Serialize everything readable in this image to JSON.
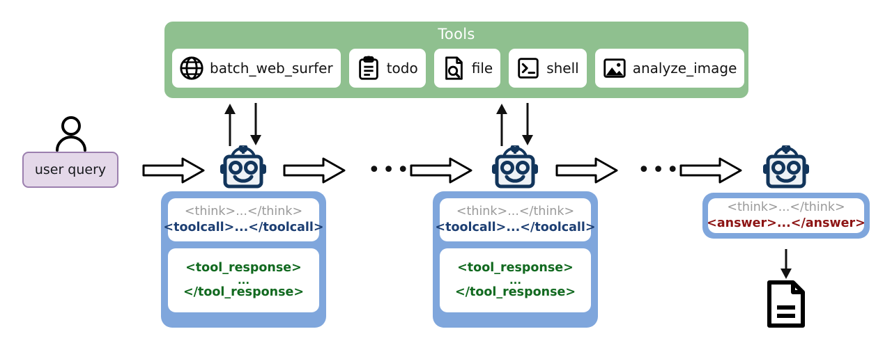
{
  "tools": {
    "title": "Tools",
    "panel_color": "#8fc08f",
    "items": [
      {
        "label": "batch_web_surfer",
        "icon": "globe-icon"
      },
      {
        "label": "todo",
        "icon": "clipboard-icon"
      },
      {
        "label": "file",
        "icon": "file-search-icon"
      },
      {
        "label": "shell",
        "icon": "terminal-icon"
      },
      {
        "label": "analyze_image",
        "icon": "image-icon"
      }
    ]
  },
  "user": {
    "icon": "person-icon",
    "query_label": "user query",
    "box_fill": "#e4d8e9",
    "box_border": "#9b7fae"
  },
  "flow": {
    "ellipsis": "•••",
    "arrow_icon": "block-arrow-right-icon",
    "tool_call_up_icon": "arrow-up-icon",
    "tool_result_down_icon": "arrow-down-icon",
    "output_down_icon": "arrow-down-icon"
  },
  "steps": [
    {
      "agent_icon": "robot-icon",
      "has_tool_arrows": true,
      "messages": {
        "think": "<think>...</think>",
        "action": "<toolcall>...</toolcall>",
        "action_color": "#1d3f73",
        "response_open": "<tool_response>",
        "response_ellipsis": "...",
        "response_close": "</tool_response>",
        "response_color": "#11691f"
      }
    },
    {
      "agent_icon": "robot-icon",
      "has_tool_arrows": true,
      "messages": {
        "think": "<think>...</think>",
        "action": "<toolcall>...</toolcall>",
        "action_color": "#1d3f73",
        "response_open": "<tool_response>",
        "response_ellipsis": "...",
        "response_close": "</tool_response>",
        "response_color": "#11691f"
      }
    },
    {
      "agent_icon": "robot-icon",
      "has_tool_arrows": false,
      "messages": {
        "think": "<think>...</think>",
        "action": "<answer>...</answer>",
        "action_color": "#8d1414"
      }
    }
  ],
  "output": {
    "icon": "document-icon"
  },
  "colors": {
    "stack_blue": "#7fa6dc",
    "tools_green": "#8fc08f",
    "robot_navy": "#12355b",
    "think_gray": "#9a9a9a"
  }
}
